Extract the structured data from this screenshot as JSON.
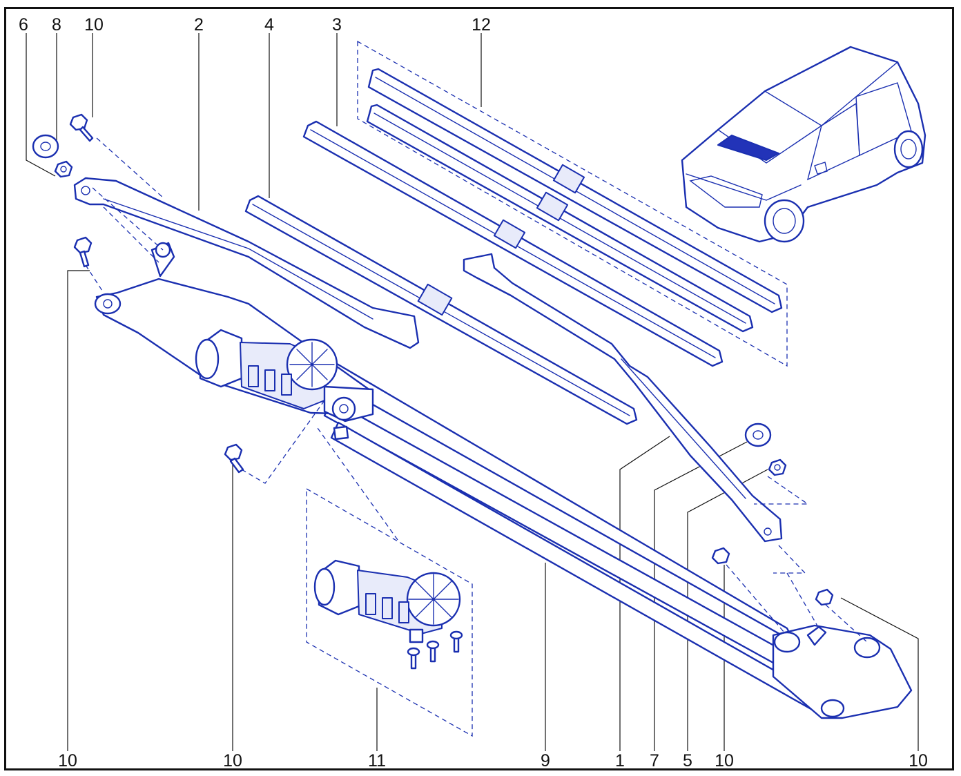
{
  "labels": {
    "top": [
      "6",
      "8",
      "10",
      "2",
      "4",
      "3",
      "12"
    ],
    "bottom": [
      "10",
      "10",
      "11",
      "9",
      "1",
      "7",
      "5",
      "10",
      "10"
    ]
  },
  "colors": {
    "line_art": "#1a2fb0",
    "leader": "#111111",
    "frame": "#111111",
    "background": "#ffffff"
  },
  "icons": [
    "wiper-arm",
    "wiper-blade",
    "wiper-motor",
    "linkage-mechanism",
    "bolt",
    "nut",
    "cap",
    "car"
  ]
}
